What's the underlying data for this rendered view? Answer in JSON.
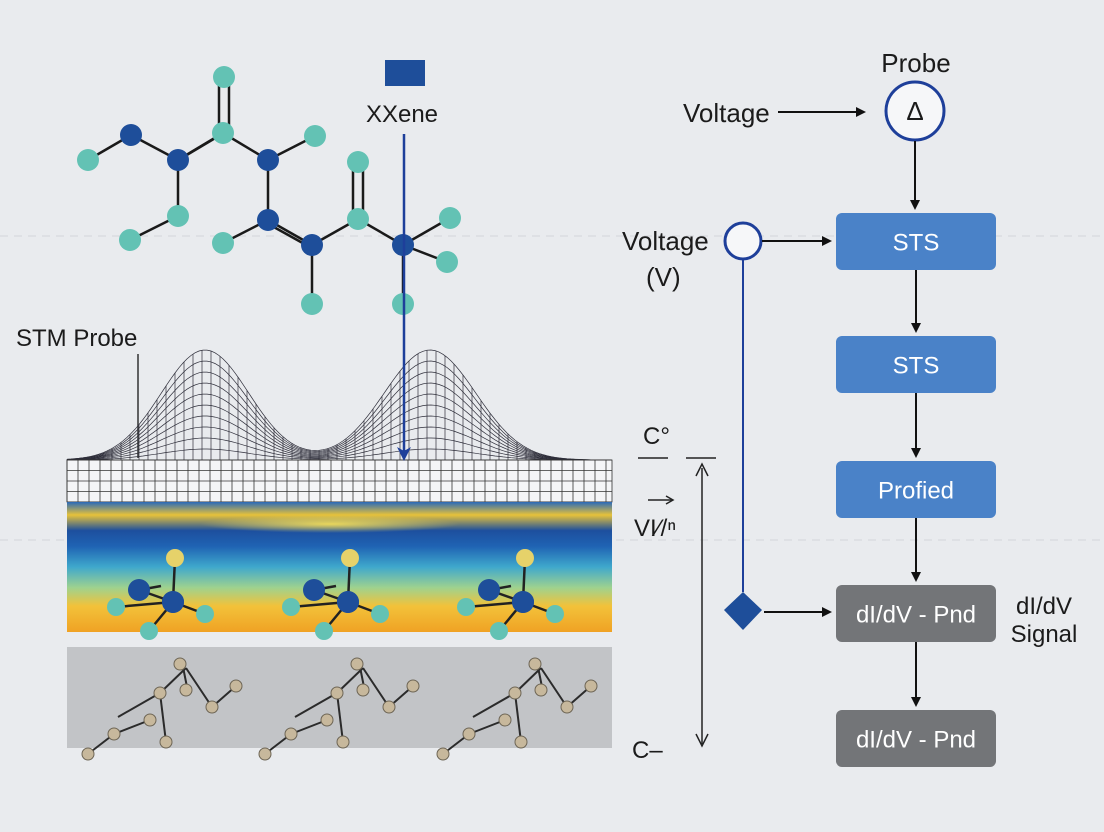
{
  "labels": {
    "xxene": "XXene",
    "stm_probe": "STM Probe",
    "probe": "Probe",
    "voltage_top": "Voltage",
    "voltage_mid_1": "Voltage",
    "voltage_mid_2": "(V)",
    "c_top": "C°",
    "vector_label": "VI⁄/ⁿ",
    "c_bottom": "C–",
    "signal_1": "dI/dV",
    "signal_2": "Signal",
    "probe_symbol": "Δ"
  },
  "flow_boxes": [
    {
      "label": "STS",
      "kind": "blue"
    },
    {
      "label": "STS",
      "kind": "blue"
    },
    {
      "label": "Profied",
      "kind": "blue"
    },
    {
      "label": "dI/dV - Pnd",
      "kind": "gray"
    },
    {
      "label": "dI/dV - Pnd",
      "kind": "gray"
    }
  ],
  "colors": {
    "box_blue": "#4a82c8",
    "box_gray": "#737578",
    "atom_dark": "#1e4e9a",
    "atom_teal": "#63c2b4",
    "atom_beige": "#c7b89c",
    "arrow_blue": "#1e3f9a",
    "background": "#e9ebee"
  }
}
